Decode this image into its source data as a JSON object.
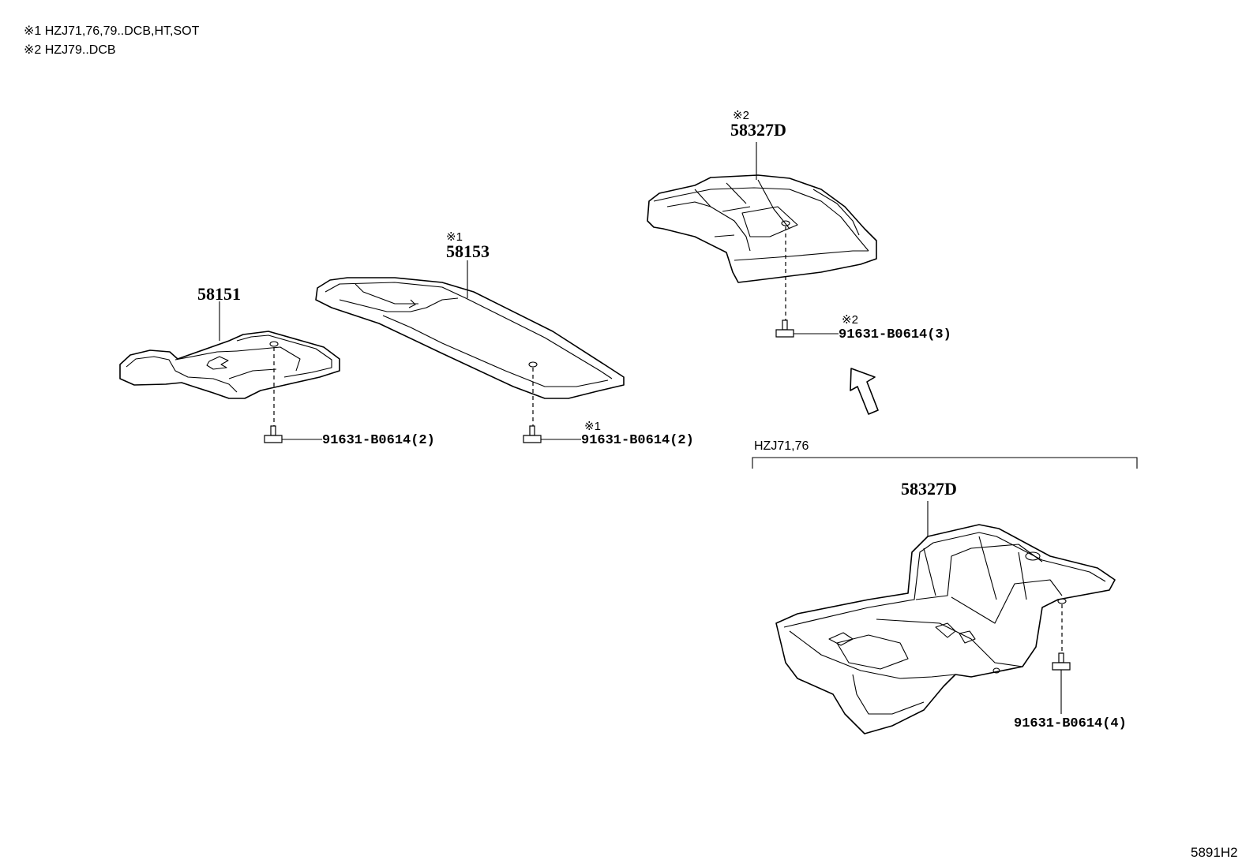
{
  "notes": {
    "note1": "※1 HZJ71,76,79..DCB,HT,SOT",
    "note2": "※2 HZJ79..DCB"
  },
  "parts": {
    "p58151": "58151",
    "p58153": "58153",
    "p58153_mark": "※1",
    "p58327d_top": "58327D",
    "p58327d_top_mark": "※2",
    "p58327d_bottom": "58327D"
  },
  "bolts": {
    "b1": "91631-B0614(2)",
    "b2": "91631-B0614(2)",
    "b2_mark": "※1",
    "b3": "91631-B0614(3)",
    "b3_mark": "※2",
    "b4": "91631-B0614(4)"
  },
  "group_label": "HZJ71,76",
  "figure_ref": "5891H2"
}
